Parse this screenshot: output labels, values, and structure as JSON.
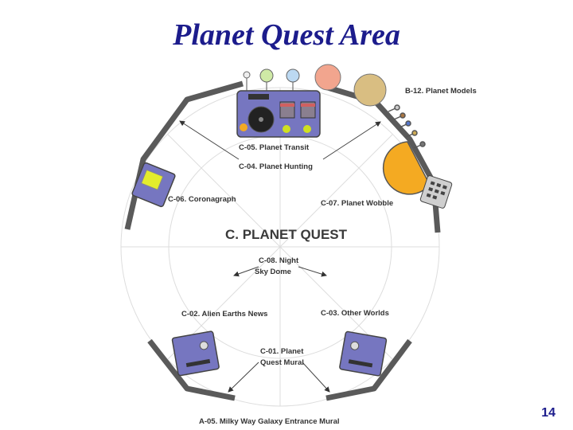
{
  "slide": {
    "title": "Planet Quest Area",
    "page_number": "14"
  },
  "diagram": {
    "zone_title": "C. PLANET QUEST",
    "labels": {
      "b12": "B-12. Planet Models",
      "c05": "C-05. Planet Transit",
      "c04": "C-04. Planet Hunting",
      "c06": "C-06. Coronagraph",
      "c07": "C-07. Planet Wobble",
      "c08_line1": "C-08. Night",
      "c08_line2": "Sky Dome",
      "c02": "C-02. Alien Earths News",
      "c03": "C-03. Other Worlds",
      "c01_line1": "C-01. Planet",
      "c01_line2": "Quest Mural",
      "a05": "A-05. Milky Way Galaxy Entrance Mural"
    },
    "colors": {
      "wall": "#5a5a5a",
      "exhibit": "#7676c0",
      "planet_orange": "#f4aa22",
      "planet_tan": "#d9be82",
      "planet_salmon": "#f2a58e",
      "planet_green": "#cfeaa6",
      "planet_blue": "#bcd9f2",
      "coronagraph_yellow": "#e4ec2c"
    }
  }
}
